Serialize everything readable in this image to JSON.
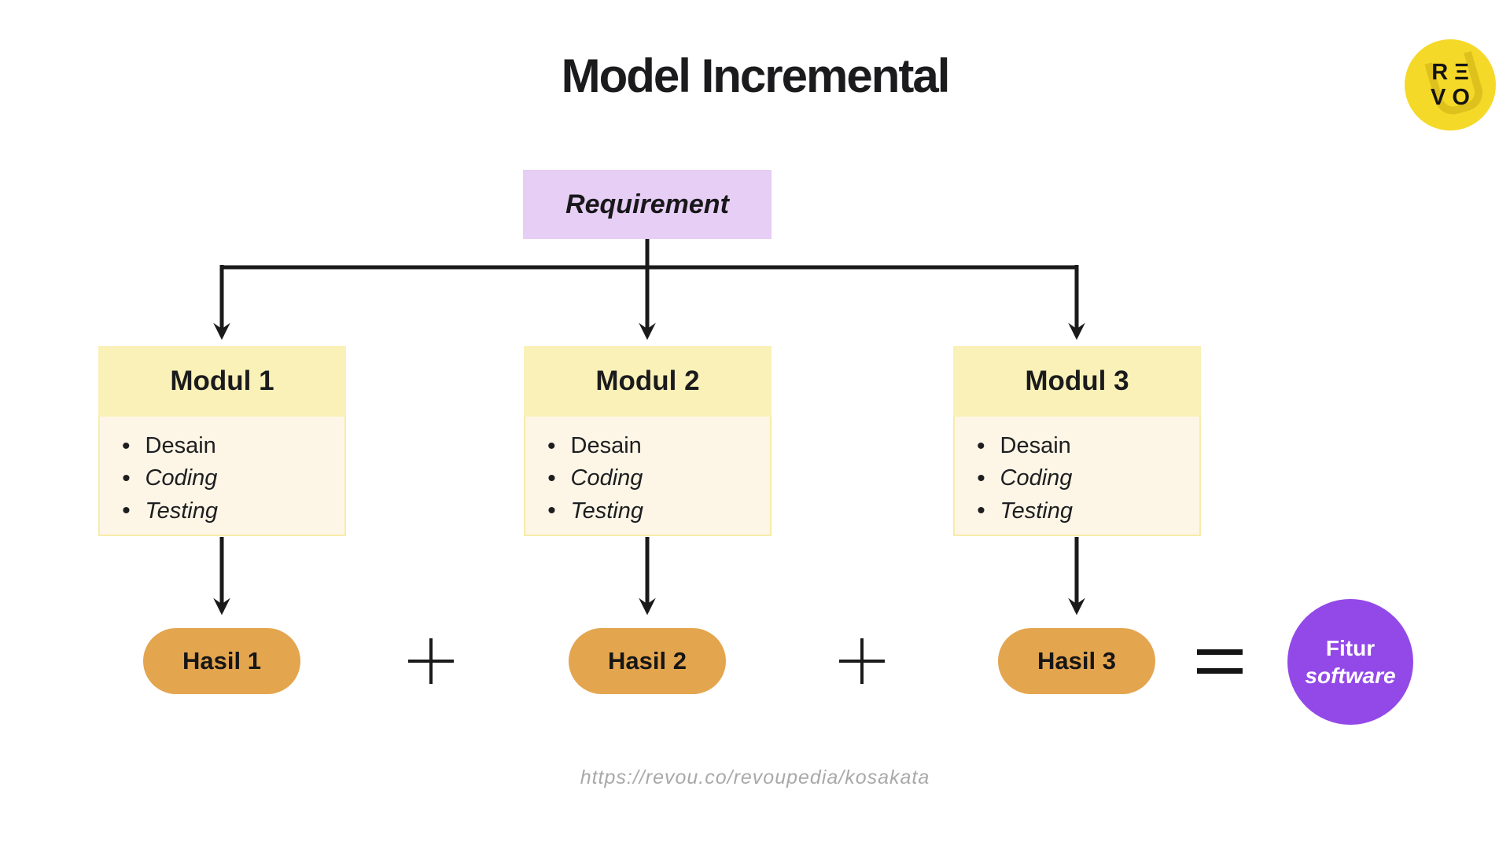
{
  "page": {
    "title": "Model Incremental",
    "footer_url": "https://revou.co/revoupedia/kosakata"
  },
  "logo": {
    "name": "revou-logo",
    "row1": "RΞ",
    "row2": "VO"
  },
  "requirement": {
    "label": "Requirement"
  },
  "modules": [
    {
      "title": "Modul 1",
      "items": [
        "Desain",
        "Coding",
        "Testing"
      ],
      "result": "Hasil 1"
    },
    {
      "title": "Modul 2",
      "items": [
        "Desain",
        "Coding",
        "Testing"
      ],
      "result": "Hasil 2"
    },
    {
      "title": "Modul 3",
      "items": [
        "Desain",
        "Coding",
        "Testing"
      ],
      "result": "Hasil 3"
    }
  ],
  "operators": {
    "plus": "+",
    "equals": "="
  },
  "output": {
    "line1": "Fitur",
    "line2": "software"
  },
  "colors": {
    "requirement_bg": "#e7cef5",
    "module_header_bg": "#faf1b8",
    "module_body_bg": "#fdf6e7",
    "module_border": "#f7eca9",
    "result_bg": "#e4a54f",
    "output_circle_bg": "#9349e8",
    "logo_bg": "#f5d928",
    "line": "#1a1a1a",
    "url_text": "#a9a9a9"
  }
}
